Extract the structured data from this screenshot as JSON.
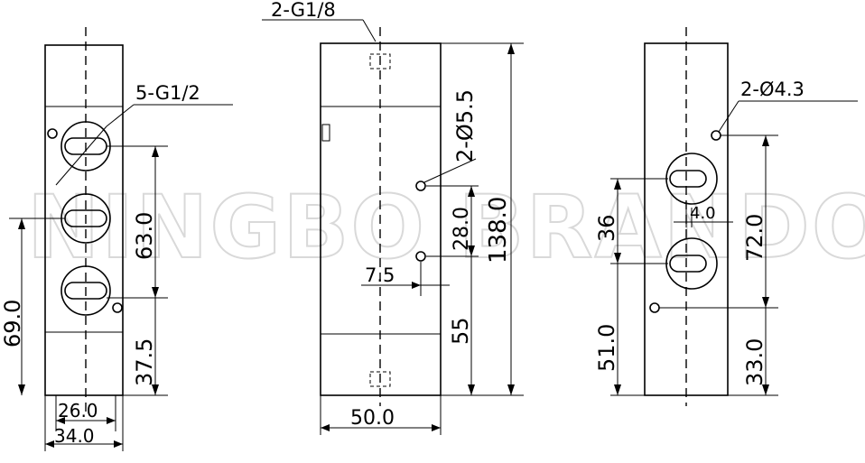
{
  "watermark": "NINGBO BRANDO",
  "views": {
    "left": {
      "ports_label": "5-G1/2",
      "dims": {
        "height_63": "63.0",
        "height_375": "37.5",
        "height_69": "69.0",
        "width_26": "26.0",
        "width_34": "34.0"
      }
    },
    "middle": {
      "ports_label": "2-G1/8",
      "holes_label": "2-Ø5.5",
      "dims": {
        "spacing_28": "28.0",
        "height_138": "138.0",
        "offset_75": "7.5",
        "height_55": "55",
        "width_50": "50.0"
      }
    },
    "right": {
      "holes_label": "2-Ø4.3",
      "dims": {
        "spacing_36": "36",
        "offset_4": "4.0",
        "height_72": "72.0",
        "height_51": "51.0",
        "height_33": "33.0"
      }
    }
  }
}
